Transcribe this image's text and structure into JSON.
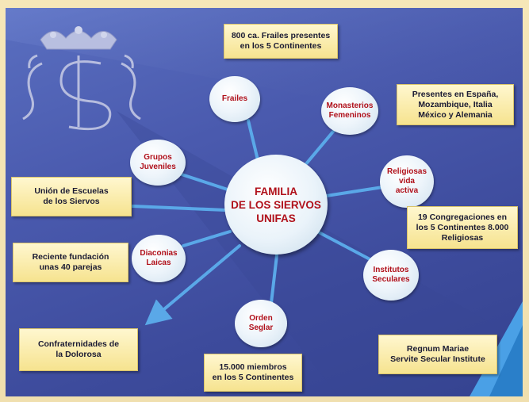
{
  "center": {
    "label": "FAMILIA\nDE LOS SIERVOS\nUNIFAS"
  },
  "nodes": {
    "frailes": "Frailes",
    "monasterios": "Monasterios\nFemeninos",
    "religiosas": "Religiosas\nvida\nactiva",
    "institutos": "Institutos\nSeculares",
    "orden": "Orden\nSeglar",
    "diaconias": "Diaconias\nLaicas",
    "grupos": "Grupos\nJuveniles"
  },
  "notes": {
    "frailes_note": "800 ca. Frailes presentes\nen los 5 Continentes",
    "monasterios_note": "Presentes en España,\nMozambique, Italia\nMéxico y Alemania",
    "religiosas_note": "19 Congregaciones en\nlos 5 Continentes 8.000\nReligiosas",
    "institutos_note": "Regnum Mariae\nServite Secular Institute",
    "orden_note": "15.000 miembros\nen los 5 Continentes",
    "escuelas_note": "Unión de Escuelas\nde los Siervos",
    "diaconias_note": "Reciente fundación\nunas 40 parejas",
    "confraternidades_note": "Confraternidades de\nla Dolorosa"
  },
  "colors": {
    "background": "#4a5aae",
    "spoke": "#5aa8e8",
    "node_text": "#b0101a",
    "note_fill": "#f6e38f"
  }
}
